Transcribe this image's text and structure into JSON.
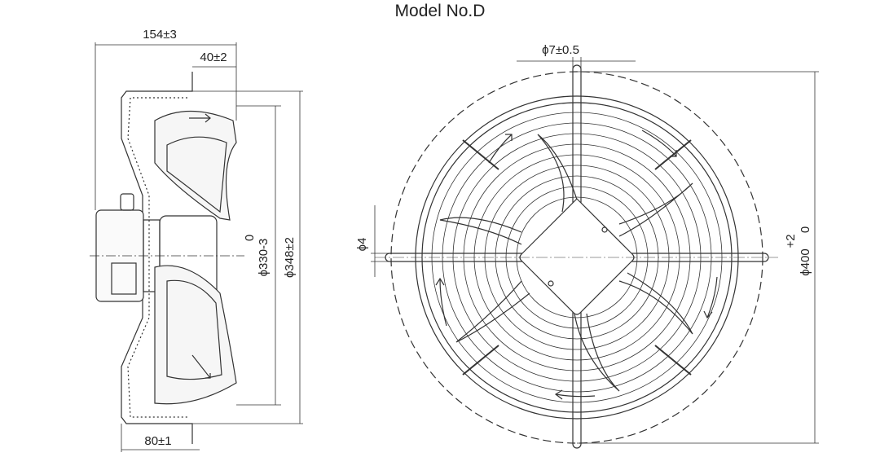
{
  "title": "Model No.D",
  "side_view": {
    "depth_total": "154±3",
    "flange_depth": "40±2",
    "bottom_depth": "80±1",
    "inner_dia_top": "0",
    "inner_dia_bottom": "ϕ330-3",
    "outer_dia": "ϕ348±2"
  },
  "front_view": {
    "slot_width": "ϕ7±0.5",
    "hole_dia": "ϕ4",
    "overall_dia_tol": "+2",
    "overall_dia_tol_low": "0",
    "overall_dia": "ϕ400"
  },
  "colors": {
    "line": "#333333",
    "fill_light": "#f4f4f4"
  }
}
